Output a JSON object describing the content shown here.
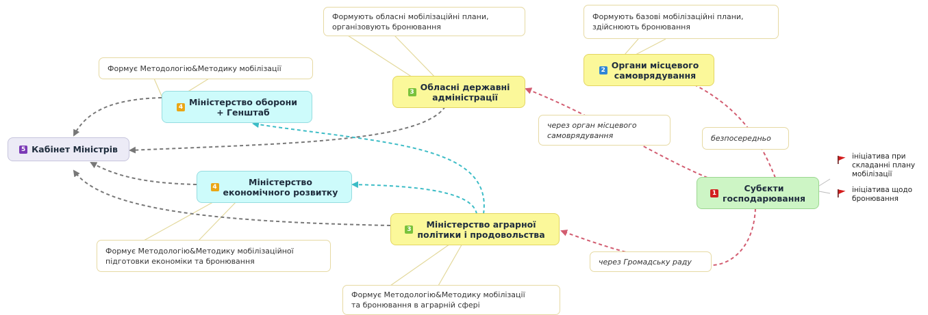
{
  "colors": {
    "yellow_node": "#fbf89a",
    "cyan_node": "#cdfbfb",
    "grey_node": "#ecebf6",
    "green_node": "#cdf5c5",
    "grey_link": "#777777",
    "cyan_link": "#3cbcc6",
    "red_link": "#d25c70",
    "callout_line": "#e3d89a"
  },
  "nodes": {
    "cabinet": {
      "label": "Кабінет Міністрів",
      "badge": "5",
      "badge_color": "#7b3ab6"
    },
    "defense": {
      "label": "Міністерство оборони\n+ Генштаб",
      "badge": "4",
      "badge_color": "#eaa615"
    },
    "economy": {
      "label": "Міністерство\nекономічного розвитку",
      "badge": "4",
      "badge_color": "#eaa615"
    },
    "regional": {
      "label": "Обласні державні\nадміністрації",
      "badge": "3",
      "badge_color": "#79c23c"
    },
    "agrarian": {
      "label": "Міністерство аграрної\nполітики і продовольства",
      "badge": "3",
      "badge_color": "#79c23c"
    },
    "local": {
      "label": "Органи місцевого\nсамоврядування",
      "badge": "2",
      "badge_color": "#2f86d6"
    },
    "business": {
      "label": "Субєкти\nгосподарювання",
      "badge": "1",
      "badge_color": "#d22020"
    }
  },
  "notes": {
    "defense": "Формує Методологію&Методику мобілізації",
    "regional": "Формують обласні мобілізаційні плани,\nорганізовують бронювання",
    "local": "Формують базові мобілізаційні плани,\nздійснюють бронювання",
    "economy": "Формує Методологію&Методику мобілізаційної\nпідготовки економіки та бронювання",
    "agrarian": "Формує Методологію&Методику мобілізації\nта бронювання в аграрній сфері"
  },
  "link_labels": {
    "via_local": "через орган місцевого\nсамоврядування",
    "direct": "безпосередньо",
    "via_council": "через Громадську раду"
  },
  "flags": {
    "plan": "ініціатива при\nскладанні плану\nмобілізації",
    "booking": "ініціатива щодо\nбронювання"
  }
}
